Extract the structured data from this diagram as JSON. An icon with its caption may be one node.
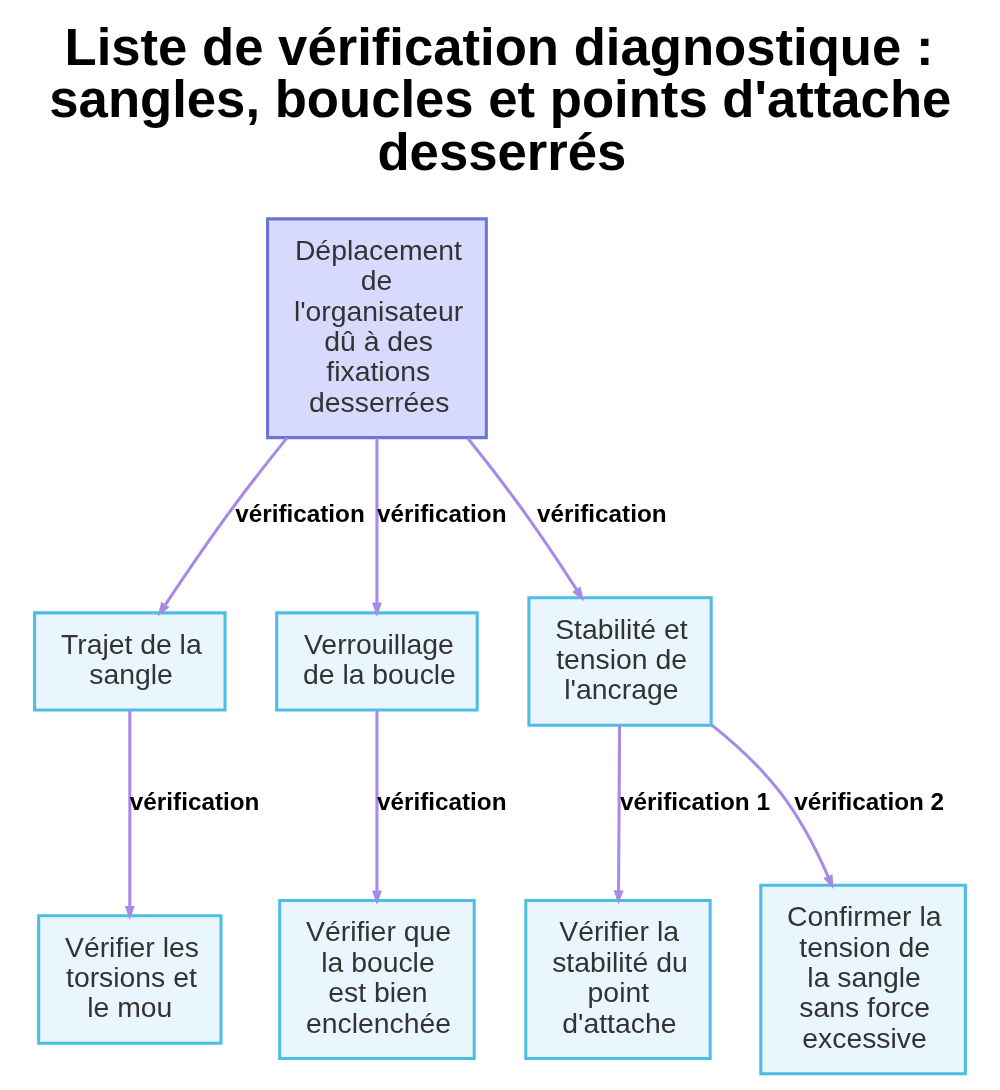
{
  "diagram": {
    "title": "Liste de vérification diagnostique : sangles, boucles et points d'attache desserrés",
    "nodes": [
      {
        "text": [
          "Déplacement de l'organisateur dû à des fixations desserrées"
        ]
      },
      {
        "text": [
          "Trajet de la sangle"
        ]
      },
      {
        "text": [
          "Verrouillage de la boucle"
        ]
      },
      {
        "text": [
          "Stabilité et tension de l'ancrage"
        ]
      },
      {
        "text": [
          "Vérifier les torsions et le mou"
        ]
      },
      {
        "text": [
          "Vérifier que la boucle est bien enclenchée"
        ]
      },
      {
        "text": [
          "Vérifier la stabilité du point d'attache"
        ]
      },
      {
        "text": [
          "Confirmer la tension de la sangle sans force excessive"
        ]
      }
    ],
    "edges": [
      {
        "from": 0,
        "to": 1,
        "arrow": "to",
        "label": "vérification"
      },
      {
        "from": 0,
        "to": 2,
        "arrow": "to",
        "label": "vérification"
      },
      {
        "from": 0,
        "to": 3,
        "arrow": "to",
        "label": "vérification"
      },
      {
        "from": 1,
        "to": 4,
        "arrow": "to",
        "label": "vérification"
      },
      {
        "from": 2,
        "to": 5,
        "arrow": "to",
        "label": "vérification"
      },
      {
        "from": 3,
        "to": 6,
        "arrow": "to",
        "label": "vérification 1"
      },
      {
        "from": 3,
        "to": 7,
        "arrow": "to",
        "label": "vérification 2"
      }
    ]
  }
}
